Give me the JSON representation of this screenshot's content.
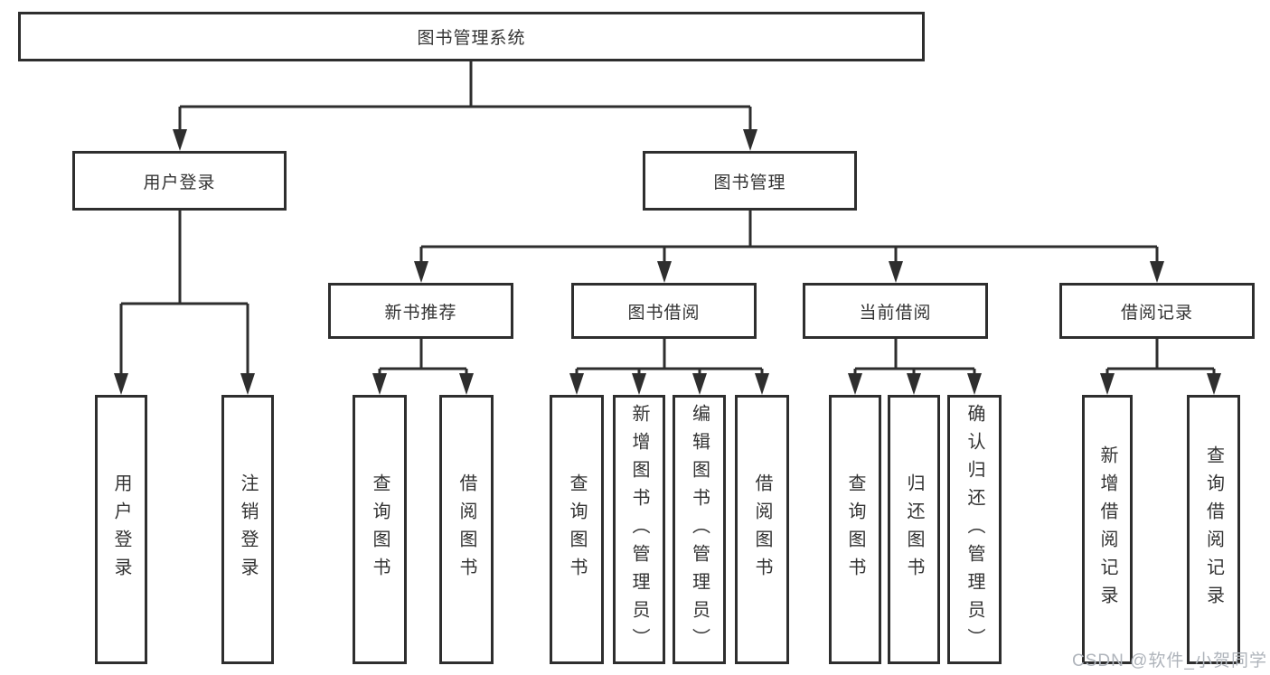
{
  "tree": {
    "label": "图书管理系统",
    "children": [
      {
        "label": "用户登录",
        "children": [
          {
            "label": "用户登录"
          },
          {
            "label": "注销登录"
          }
        ]
      },
      {
        "label": "图书管理",
        "children": [
          {
            "label": "新书推荐",
            "children": [
              {
                "label": "查询图书"
              },
              {
                "label": "借阅图书"
              }
            ]
          },
          {
            "label": "图书借阅",
            "children": [
              {
                "label": "查询图书"
              },
              {
                "label": "新增图书（管理员）"
              },
              {
                "label": "编辑图书（管理员）"
              },
              {
                "label": "借阅图书"
              }
            ]
          },
          {
            "label": "当前借阅",
            "children": [
              {
                "label": "查询图书"
              },
              {
                "label": "归还图书"
              },
              {
                "label": "确认归还（管理员）"
              }
            ]
          },
          {
            "label": "借阅记录",
            "children": [
              {
                "label": "新增借阅记录"
              },
              {
                "label": "查询借阅记录"
              }
            ]
          }
        ]
      }
    ]
  },
  "watermark": "CSDN @软件_小贺同学",
  "colors": {
    "line": "#2e2e2e",
    "text": "#333333",
    "watermark": "#afb4bb",
    "bg": "#ffffff"
  }
}
